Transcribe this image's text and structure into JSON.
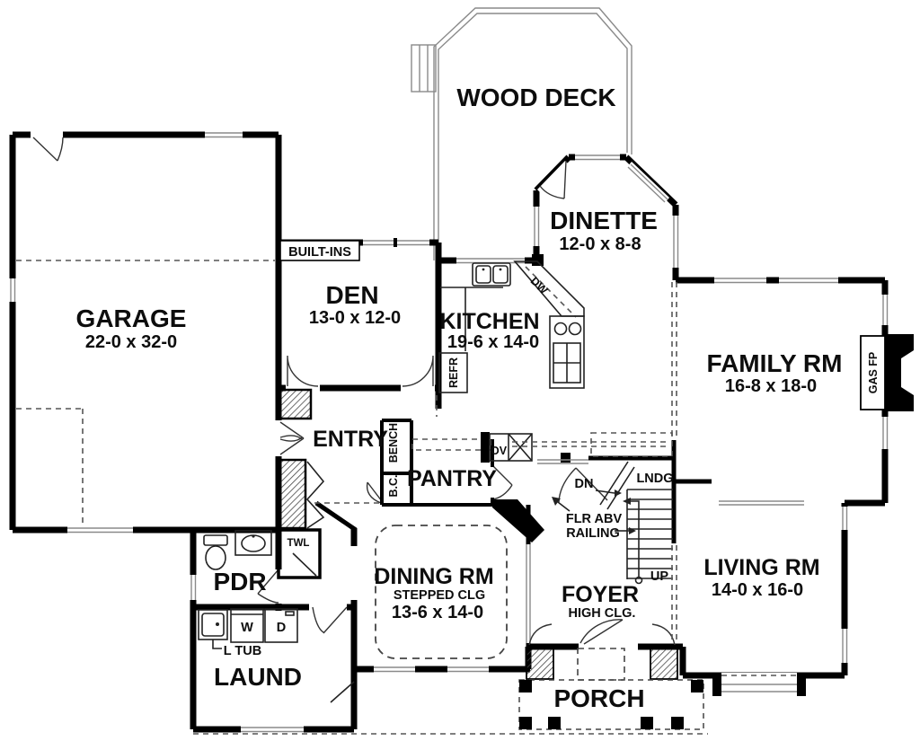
{
  "rooms": {
    "wood_deck": {
      "name": "WOOD DECK"
    },
    "dinette": {
      "name": "DINETTE",
      "dims": "12-0 x 8-8"
    },
    "garage": {
      "name": "GARAGE",
      "dims": "22-0 x 32-0"
    },
    "den": {
      "name": "DEN",
      "dims": "13-0 x 12-0"
    },
    "kitchen": {
      "name": "KITCHEN",
      "dims": "19-6 x 14-0"
    },
    "family_rm": {
      "name": "FAMILY RM",
      "dims": "16-8 x 18-0"
    },
    "entry": {
      "name": "ENTRY"
    },
    "pantry": {
      "name": "PANTRY"
    },
    "pdr": {
      "name": "PDR"
    },
    "dining_rm": {
      "name": "DINING RM",
      "note": "STEPPED CLG",
      "dims": "13-6 x 14-0"
    },
    "foyer": {
      "name": "FOYER",
      "note": "HIGH CLG."
    },
    "living_rm": {
      "name": "LIVING RM",
      "dims": "14-0 x 16-0"
    },
    "laundry": {
      "name": "LAUND"
    },
    "porch": {
      "name": "PORCH"
    }
  },
  "fixtures": {
    "built_ins": "BUILT-INS",
    "dishwasher": "DW",
    "refrigerator": "REFR",
    "gas_fireplace": "GAS FP",
    "bench": "BENCH",
    "boot_closet": "B.C.",
    "oven": "OV",
    "towel_closet": "TWL",
    "washer": "W",
    "dryer": "D",
    "laundry_tub": "L TUB"
  },
  "stairs": {
    "landing": "LNDG",
    "down": "DN",
    "up": "UP",
    "note_line1": "FLR ABV",
    "note_line2": "RAILING"
  },
  "colors": {
    "wall": "#000000",
    "line": "#8a8a8a",
    "background": "#ffffff"
  }
}
